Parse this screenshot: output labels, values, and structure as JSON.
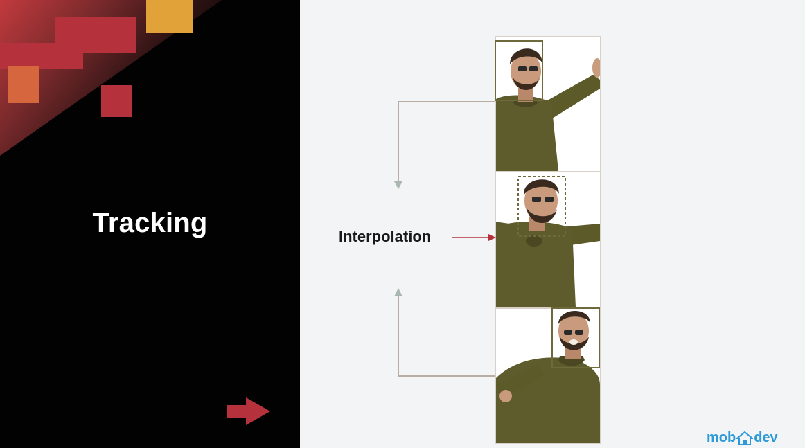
{
  "slide": {
    "title": "Tracking",
    "interpolation_label": "Interpolation",
    "logo": {
      "part1": "mob",
      "part2": "dev"
    }
  },
  "colors": {
    "left_bg": "#020202",
    "right_bg": "#f3f4f6",
    "accent_red": "#b5323d",
    "accent_orange": "#e1a23a",
    "box_olive": "#6f6a3c",
    "arrow_gray": "#b7ada5",
    "logo_blue": "#2d9ad8"
  },
  "frames": [
    {
      "name": "frame-1",
      "face_box": "solid"
    },
    {
      "name": "frame-2",
      "face_box": "dashed"
    },
    {
      "name": "frame-3",
      "face_box": "solid"
    }
  ],
  "icons": [
    "next-arrow-icon",
    "house-icon",
    "person-photo"
  ]
}
